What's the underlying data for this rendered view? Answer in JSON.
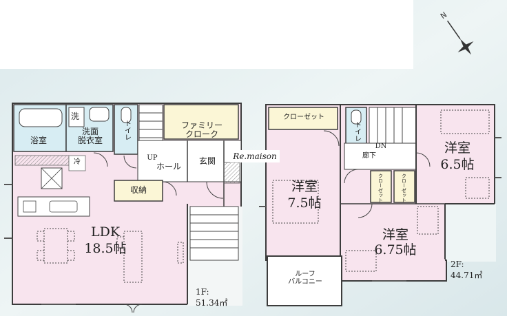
{
  "floor1": {
    "ldk_label": "LDK",
    "ldk_size": "18.5帖",
    "bath_label": "浴室",
    "wash_label": "洗",
    "dressing_label": "洗面\n脱衣室",
    "toilet_label": "トイレ",
    "stair_up_label": "UP",
    "hall_label": "ホール",
    "entrance_label": "玄関",
    "family_cloak_label": "ファミリー\nクローク",
    "storage_label": "収納",
    "fridge_label": "冷",
    "floor_label": "1F:",
    "floor_area": "51.34㎡"
  },
  "floor2": {
    "closet_label": "クローゼット",
    "toilet_label": "トイレ",
    "stair_down_label": "DN",
    "corridor_label": "廊下",
    "room_a_label": "洋室",
    "room_a_size": "7.5帖",
    "room_b_label": "洋室",
    "room_b_size": "6.5帖",
    "room_c_label": "洋室",
    "room_c_size": "6.75帖",
    "small_closet_1": "クローゼット",
    "small_closet_2": "クローゼット",
    "roof_balcony_label": "ルーフ\nバルコニー",
    "floor_label": "2F:",
    "floor_area": "44.71㎡"
  },
  "brand_text": "Re.maison",
  "compass_letter": "N",
  "colors": {
    "room_pink": "#f8e4ee",
    "closet_yellow": "#fbf6d6",
    "wet_blue": "#d7edf3",
    "wall": "#3c3c3c",
    "background_sky": "#e3eef0"
  }
}
